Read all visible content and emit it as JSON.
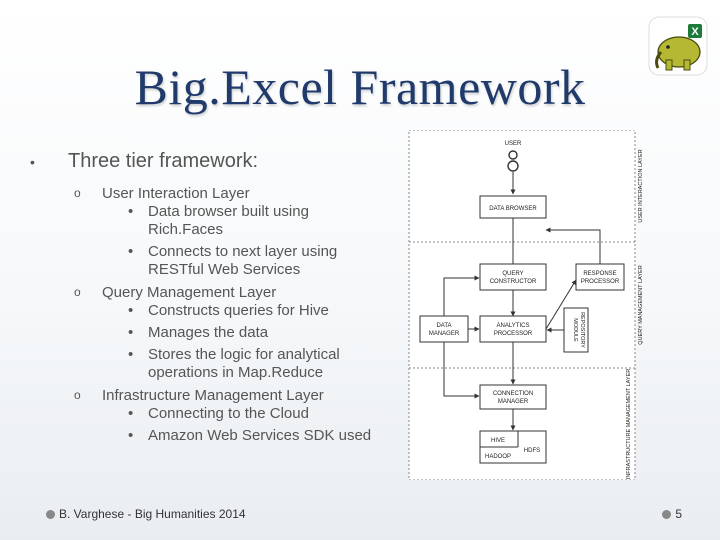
{
  "slide": {
    "title": "Big.Excel Framework",
    "bullet_main": "Three tier framework:",
    "sections": [
      {
        "label": "User Interaction Layer",
        "items": [
          "Data browser built using Rich.Faces",
          "Connects to next layer using RESTful Web Services"
        ]
      },
      {
        "label": "Query Management Layer",
        "items": [
          "Constructs queries for Hive",
          "Manages the data",
          "Stores the logic for analytical operations in Map.Reduce"
        ]
      },
      {
        "label": "Infrastructure Management Layer",
        "items": [
          "Connecting to the Cloud",
          "Amazon Web Services SDK used"
        ]
      }
    ],
    "footer_left": "B. Varghese - Big Humanities 2014",
    "page_number": "5"
  },
  "diagram": {
    "layers": [
      "USER INTERACTION LAYER",
      "QUERY MANAGEMENT LAYER",
      "INFRASTRUCTURE MANAGEMENT LAYER"
    ],
    "user_label": "USER",
    "boxes": {
      "data_browser": "DATA BROWSER",
      "query_constructor": [
        "QUERY",
        "CONSTRUCTOR"
      ],
      "response_processor": [
        "RESPONSE",
        "PROCESSOR"
      ],
      "data_manager": [
        "DATA",
        "MANAGER"
      ],
      "analytics_processor": [
        "ANALYTICS",
        "PROCESSOR"
      ],
      "module_repository": [
        "MODULE",
        "REPOSITORY"
      ],
      "connection_manager": [
        "CONNECTION",
        "MANAGER"
      ],
      "hive": "HIVE",
      "hdfs": "HDFS",
      "hadoop": "HADOOP"
    }
  },
  "icons": {
    "logo": "elephant-excel-logo-icon",
    "footer": "bullet-dot-icon"
  },
  "colors": {
    "title": "#1f3a6b",
    "text": "#555555",
    "logo_green": "#b5b832"
  }
}
